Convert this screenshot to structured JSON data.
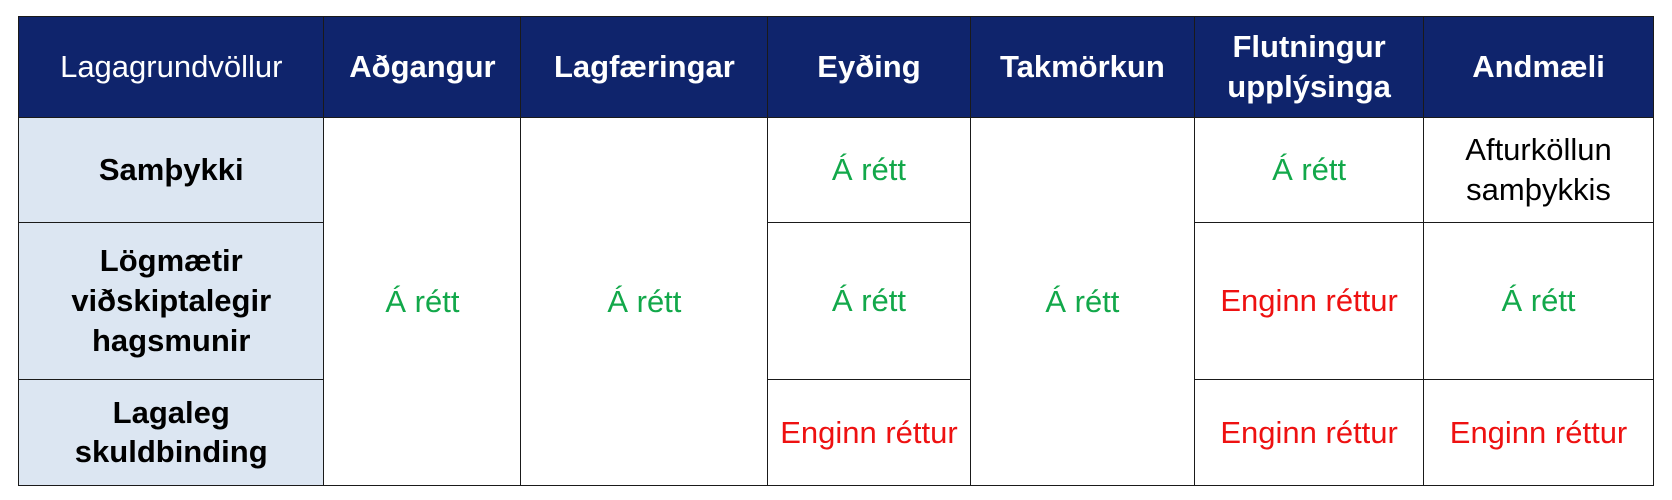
{
  "columns": [
    "Lagagrundvöllur",
    "Aðgangur",
    "Lagfæringar",
    "Eyðing",
    "Takmörkun",
    "Flutningur upplýsinga",
    "Andmæli"
  ],
  "rows": [
    {
      "basis": "Samþykki",
      "erasure": "Á rétt",
      "portability": "Á rétt",
      "objection": "Afturköllun samþykkis"
    },
    {
      "basis": "Lögmætir viðskiptalegir hagsmunir",
      "erasure": "Á rétt",
      "portability": "Enginn réttur",
      "objection": "Á rétt"
    },
    {
      "basis": "Lagaleg skuldbinding",
      "erasure": "Enginn réttur",
      "portability": "Enginn réttur",
      "objection": "Enginn réttur"
    }
  ],
  "merged": {
    "access": "Á rétt",
    "rectification": "Á rétt",
    "restriction": "Á rétt"
  },
  "colors": {
    "header_bg": "#0f246c",
    "row_header_bg": "#dce6f2",
    "has_right": "#12a84a",
    "no_right": "#ee1111"
  }
}
